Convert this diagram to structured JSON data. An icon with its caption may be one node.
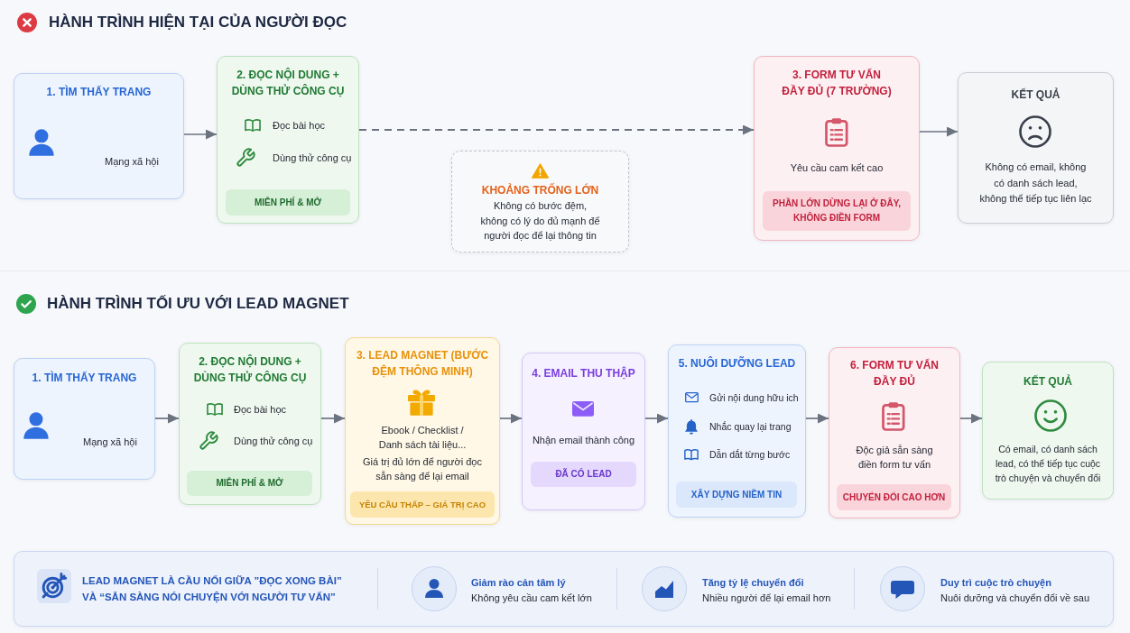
{
  "diagram": {
    "nodes": [
      {
        "text": [
          "1. TÌM THẤY TRANG",
          "Mạng xã hội"
        ]
      },
      {
        "text": [
          "2. ĐỌC NỘI DUNG + DÙNG THỬ CÔNG CỤ",
          "Đọc bài học",
          "Dùng thử công cụ"
        ]
      },
      {
        "text": [
          "MIỄN PHÍ & MỞ"
        ],
        "in": 1
      },
      {
        "text": [
          "KHOẢNG TRỐNG LỚN",
          "Không có bước đệm, không có lý do đủ mạnh để người đọc để lại thông tin"
        ]
      },
      {
        "text": [
          "3. FORM TƯ VẤN ĐẦY ĐỦ (7 TRƯỜNG)",
          "Yêu cầu cam kết cao"
        ]
      },
      {
        "text": [
          "PHẦN LỚN DỪNG LẠI Ở ĐÂY, KHÔNG ĐIỀN FORM"
        ],
        "in": 4
      },
      {
        "text": [
          "KẾT QUẢ",
          "Không có email, không có danh sách lead, không thể tiếp tục liên lạc"
        ]
      },
      {
        "text": [
          "1. TÌM THẤY TRANG",
          "Mạng xã hội"
        ]
      },
      {
        "text": [
          "2. ĐỌC NỘI DUNG + DÙNG THỬ CÔNG CỤ",
          "Đọc bài học",
          "Dùng thử công cụ"
        ]
      },
      {
        "text": [
          "MIỄN PHÍ & MỞ"
        ],
        "in": 8
      },
      {
        "text": [
          "3. LEAD MAGNET (BƯỚC ĐỆM THÔNG MINH)",
          "Ebook / Checklist / Danh sách tài liệu...",
          "Giá trị đủ lớn để người đọc sẵn sàng để lại email"
        ]
      },
      {
        "text": [
          "YÊU CẦU THẤP – GIÁ TRỊ CAO"
        ],
        "in": 10
      },
      {
        "text": [
          "4. EMAIL THU THẬP",
          "Nhận email thành công"
        ]
      },
      {
        "text": [
          "ĐÃ CÓ LEAD"
        ],
        "in": 12
      },
      {
        "text": [
          "5. NUÔI DƯỠNG LEAD",
          "Gửi nội dung hữu ich",
          "Nhắc quay lại trang",
          "Dẫn dắt từng bước"
        ]
      },
      {
        "text": [
          "XÂY DỰNG NIỀM TIN"
        ],
        "in": 14
      },
      {
        "text": [
          "6. FORM TƯ VẤN ĐẦY ĐỦ",
          "Độc giả sẵn sàng điền form tư vấn"
        ]
      },
      {
        "text": [
          "CHUYỂN ĐỔI CAO HƠN"
        ],
        "in": 16
      },
      {
        "text": [
          "KẾT QUẢ",
          "Có email, có danh sách lead, có thể tiếp tục cuộc trò chuyện và chuyển đổi"
        ]
      },
      {
        "text": [
          "LEAD MAGNET LÀ CẦU NỐI GIỮA ”ĐỌC XONG BÀI” VÀ “SẴN SÀNG NÓI CHUYỆN VỚI NGƯỜI TƯ VẤN”",
          "Giảm rào cản tâm lý",
          "Không yêu cầu cam kết lớn",
          "Tăng tỷ lệ chuyển đổi",
          "Nhiều người để lại email hơn",
          "Duy trì cuộc trò chuyện",
          "Nuôi dưỡng và chuyển đổi về sau"
        ]
      }
    ],
    "edges": [
      {
        "from": 0,
        "to": 1,
        "arrow": "to"
      },
      {
        "from": 1,
        "to": 4,
        "arrow": "to",
        "style": "dashed"
      },
      {
        "from": 4,
        "to": 6,
        "arrow": "to"
      },
      {
        "from": 7,
        "to": 8,
        "arrow": "to"
      },
      {
        "from": 8,
        "to": 10,
        "arrow": "to"
      },
      {
        "from": 10,
        "to": 12,
        "arrow": "to"
      },
      {
        "from": 12,
        "to": 14,
        "arrow": "to"
      },
      {
        "from": 14,
        "to": 16,
        "arrow": "to"
      },
      {
        "from": 16,
        "to": 18,
        "arrow": "to"
      }
    ],
    "labels": [
      "HÀNH TRÌNH HIỆN TẠI CỦA NGƯỜI ĐỌC",
      "HÀNH TRÌNH TỐI ƯU VỚI LEAD MAGNET"
    ]
  }
}
